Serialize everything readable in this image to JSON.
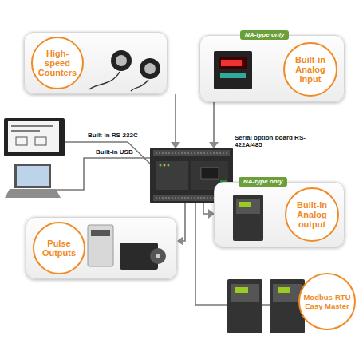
{
  "diagram": {
    "nodes": [
      {
        "text": [
          "High-speed Counters"
        ]
      },
      {
        "text": [
          "NA-type only",
          "Built-in Analog Input"
        ]
      },
      {
        "text": [
          "NA-type only",
          "Built-in Analog output"
        ]
      },
      {
        "text": [
          "Pulse Outputs"
        ]
      },
      {
        "text": [
          "Modbus-RTU Easy Master"
        ]
      }
    ],
    "labels": [
      "Built-in RS-232C",
      "Built-in USB",
      "Serial option board RS-422A/485"
    ]
  }
}
